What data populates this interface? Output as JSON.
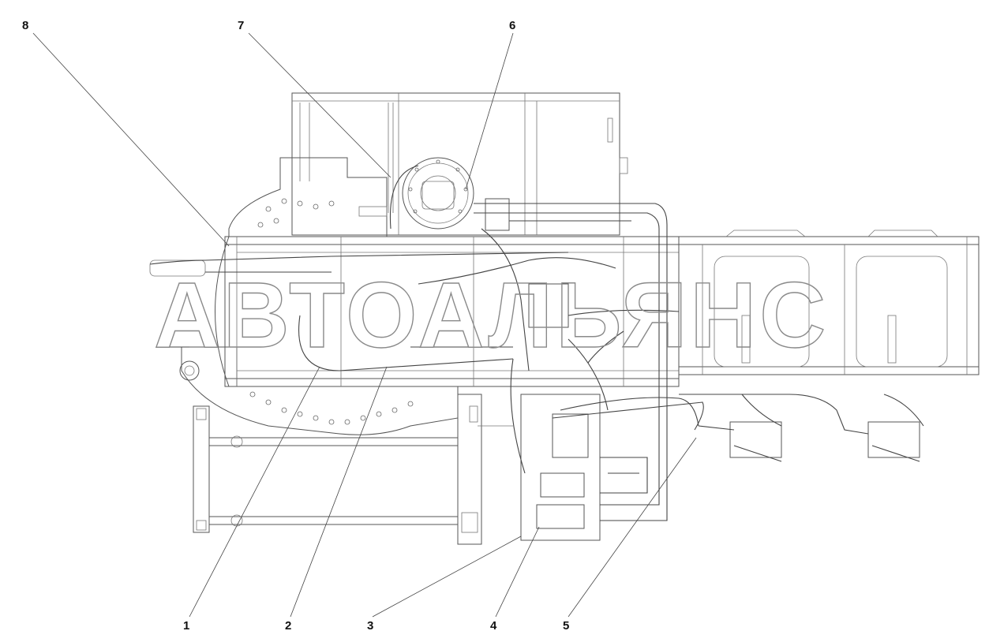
{
  "callouts": [
    {
      "label": "8"
    },
    {
      "label": "7"
    },
    {
      "label": "6"
    },
    {
      "label": "1"
    },
    {
      "label": "2"
    },
    {
      "label": "3"
    },
    {
      "label": "4"
    },
    {
      "label": "5"
    }
  ],
  "watermark": {
    "text": "АВТОАЛЬЯНС"
  }
}
